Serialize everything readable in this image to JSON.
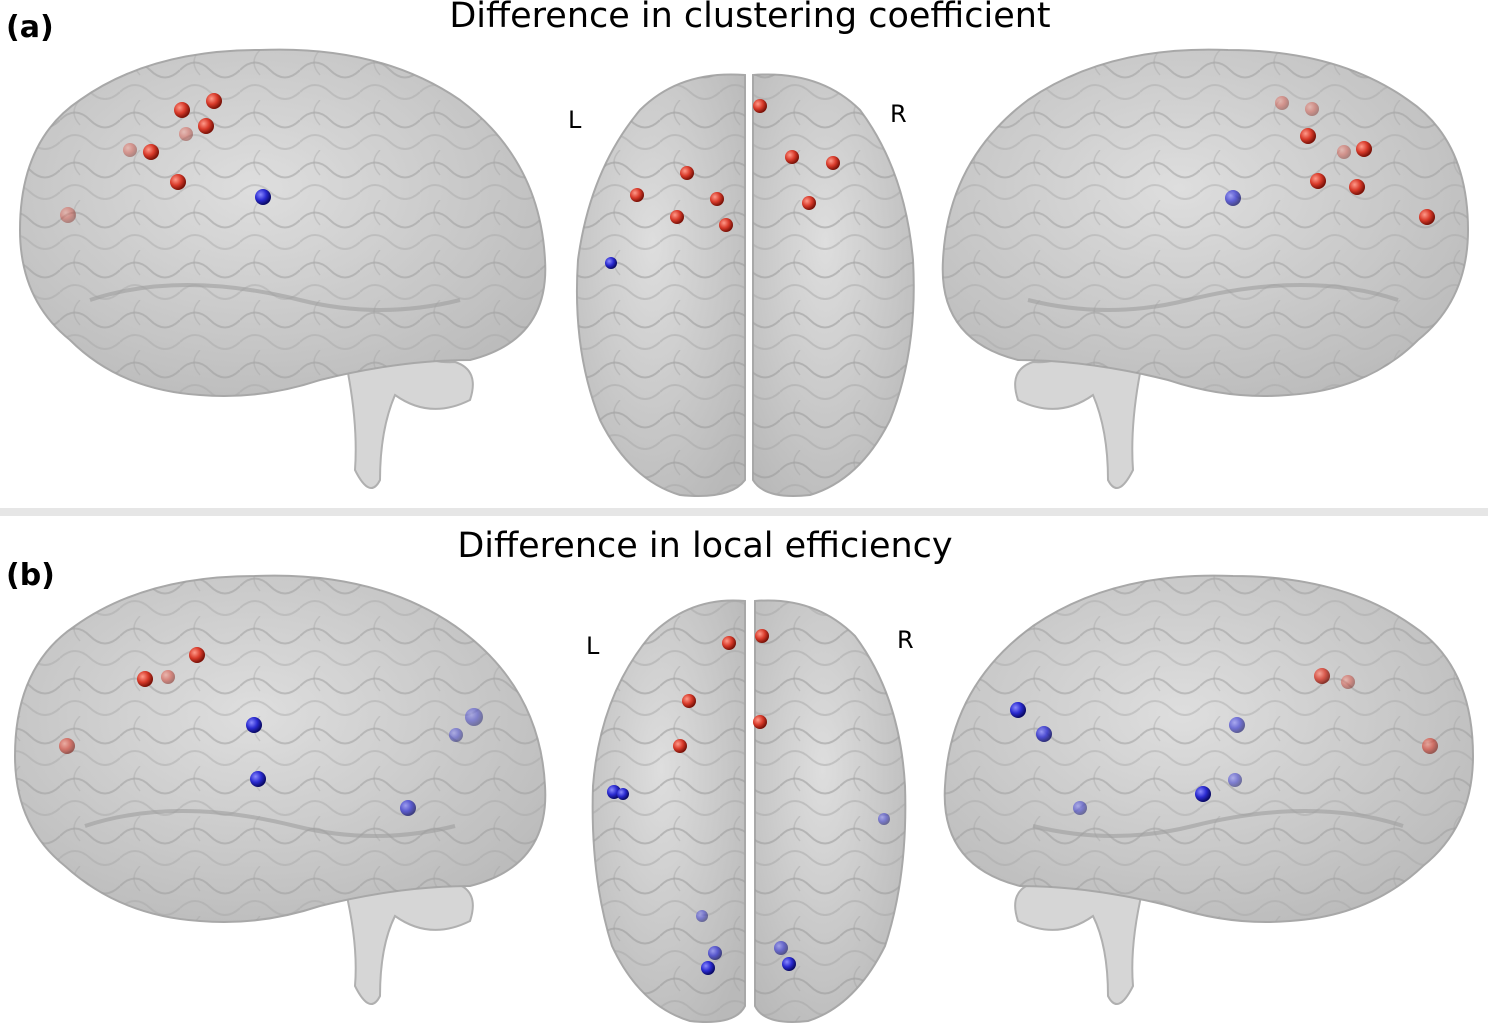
{
  "panels": [
    {
      "label": "(a)",
      "title": "Difference in clustering coefficient",
      "left_label": "L",
      "right_label": "R",
      "nodes": {
        "lateral_left": [
          {
            "color": "red",
            "opacity": 1.0
          },
          {
            "color": "red",
            "opacity": 1.0
          },
          {
            "color": "red",
            "opacity": 1.0
          },
          {
            "color": "red",
            "opacity": 1.0
          },
          {
            "color": "red",
            "opacity": 1.0
          },
          {
            "color": "red",
            "opacity": 0.4
          },
          {
            "color": "red",
            "opacity": 0.4
          },
          {
            "color": "red",
            "opacity": 0.4
          },
          {
            "color": "blue",
            "opacity": 1.0
          }
        ],
        "top": [
          {
            "color": "red"
          },
          {
            "color": "red"
          },
          {
            "color": "red"
          },
          {
            "color": "red"
          },
          {
            "color": "red"
          },
          {
            "color": "red"
          },
          {
            "color": "red"
          },
          {
            "color": "red"
          },
          {
            "color": "red"
          },
          {
            "color": "blue"
          }
        ],
        "lateral_right": [
          {
            "color": "red",
            "opacity": 1.0
          },
          {
            "color": "red",
            "opacity": 1.0
          },
          {
            "color": "red",
            "opacity": 1.0
          },
          {
            "color": "red",
            "opacity": 1.0
          },
          {
            "color": "red",
            "opacity": 1.0
          },
          {
            "color": "red",
            "opacity": 0.4
          },
          {
            "color": "red",
            "opacity": 0.4
          },
          {
            "color": "red",
            "opacity": 0.4
          },
          {
            "color": "blue",
            "opacity": 0.7
          }
        ]
      }
    },
    {
      "label": "(b)",
      "title": "Difference in local efficiency",
      "left_label": "L",
      "right_label": "R",
      "nodes": {
        "lateral_left": [
          {
            "color": "red"
          },
          {
            "color": "red"
          },
          {
            "color": "red"
          },
          {
            "color": "red"
          },
          {
            "color": "blue"
          },
          {
            "color": "blue"
          },
          {
            "color": "blue"
          },
          {
            "color": "blue"
          },
          {
            "color": "blue"
          }
        ],
        "top": [
          {
            "color": "red"
          },
          {
            "color": "red"
          },
          {
            "color": "red"
          },
          {
            "color": "red"
          },
          {
            "color": "red"
          },
          {
            "color": "blue"
          },
          {
            "color": "blue"
          },
          {
            "color": "blue"
          },
          {
            "color": "blue"
          },
          {
            "color": "blue"
          },
          {
            "color": "blue"
          }
        ],
        "lateral_right": [
          {
            "color": "red"
          },
          {
            "color": "red"
          },
          {
            "color": "red"
          },
          {
            "color": "blue"
          },
          {
            "color": "blue"
          },
          {
            "color": "blue"
          },
          {
            "color": "blue"
          },
          {
            "color": "blue"
          },
          {
            "color": "blue"
          }
        ]
      }
    }
  ],
  "colors": {
    "increase_node": "#d83a2a",
    "decrease_node": "#2a2ad0",
    "brain_fill": "#c9c9c9",
    "brain_edge": "#a8a8a8",
    "cerebellum": "#d6d6d6"
  }
}
